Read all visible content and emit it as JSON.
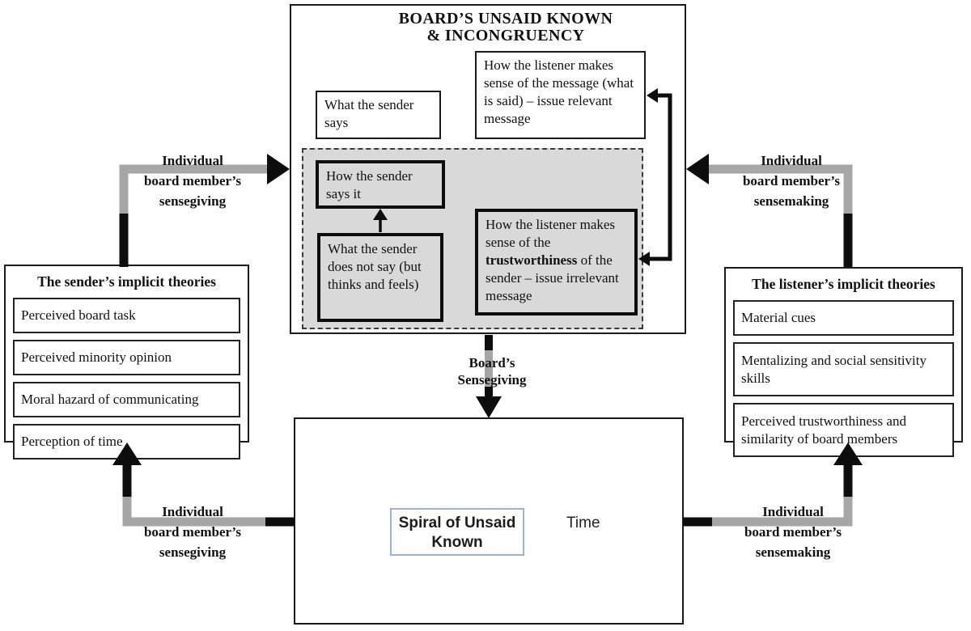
{
  "colors": {
    "gray_fill": "#d9d9d9",
    "connector_gray": "#a6a6a6",
    "black": "#111111",
    "spiral_label_border": "#9db3cd"
  },
  "top_box": {
    "title_line1": "BOARD’S UNSAID KNOWN",
    "title_line2": "& INCONGRUENCY",
    "sender_says": "What the sender says",
    "listener_message": "How the listener makes sense of the message (what is said) – issue relevant message",
    "sender_how": "How the sender says it",
    "sender_not_say": "What the sender does not say (but thinks and feels)",
    "listener_trust_prefix": "How the listener makes sense of the ",
    "listener_trust_bold": "trustworthiness",
    "listener_trust_suffix": " of the sender – issue irrelevant message"
  },
  "left_panel": {
    "title": "The sender’s implicit theories",
    "items": [
      "Perceived board task",
      "Perceived minority opinion",
      "Moral hazard of communicating",
      "Perception of time"
    ]
  },
  "right_panel": {
    "title": "The listener’s implicit theories",
    "items": [
      "Material cues",
      "Mentalizing and social sensitivity skills",
      "Perceived trustworthiness and similarity of board members"
    ]
  },
  "bottom_box": {
    "spiral_label": "Spiral of Unsaid Known",
    "time_label": "Time"
  },
  "connectors": {
    "board_sensegiving": {
      "line1": "Board’s",
      "line2": "Sensegiving"
    },
    "top_left": {
      "line1": "Individual",
      "line2": "board member’s",
      "line3": "sensegiving"
    },
    "top_right": {
      "line1": "Individual",
      "line2": "board member’s",
      "line3": "sensemaking"
    },
    "bottom_left": {
      "line1": "Individual",
      "line2": "board member’s",
      "line3": "sensegiving"
    },
    "bottom_right": {
      "line1": "Individual",
      "line2": "board member’s",
      "line3": "sensemaking"
    }
  }
}
